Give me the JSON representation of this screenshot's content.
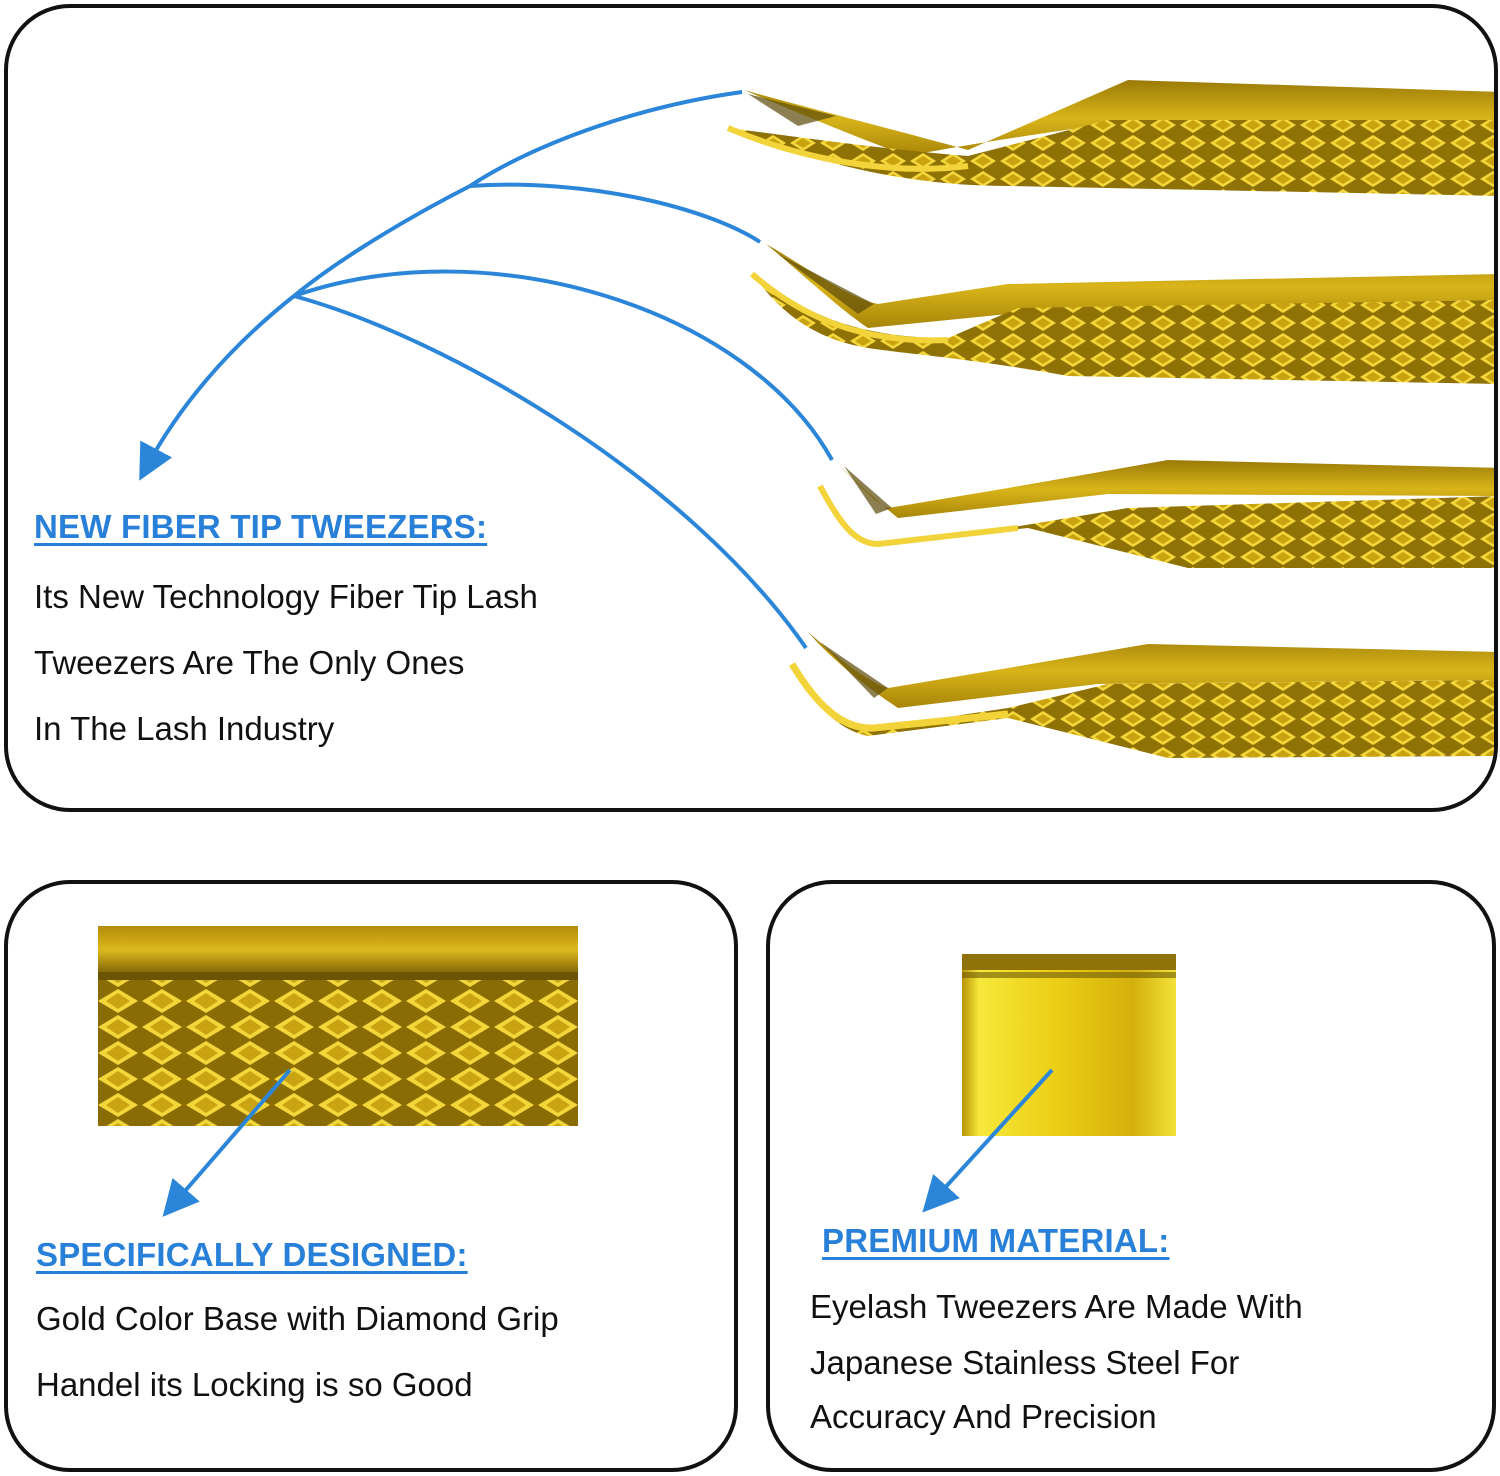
{
  "colors": {
    "accent_blue": "#2b86d9",
    "border": "#111111",
    "gold": "#e7c21a",
    "gold_dark": "#8f7206"
  },
  "icons": [
    "arrow-down-left-icon",
    "tweezers-image",
    "diamond-grip-closeup-image",
    "polished-handle-closeup-image"
  ],
  "sections": {
    "fiber_tip": {
      "title": "NEW FIBER TIP TWEEZERS:",
      "lines": [
        "Its New Technology Fiber Tip Lash",
        "Tweezers Are The Only Ones",
        "In The Lash Industry"
      ]
    },
    "designed": {
      "title": "SPECIFICALLY DESIGNED:",
      "lines": [
        "Gold Color Base with Diamond Grip",
        "Handel its Locking is so Good"
      ]
    },
    "material": {
      "title": "PREMIUM MATERIAL:",
      "lines": [
        "Eyelash Tweezers Are Made With",
        "Japanese Stainless Steel For",
        "Accuracy And Precision"
      ]
    }
  }
}
